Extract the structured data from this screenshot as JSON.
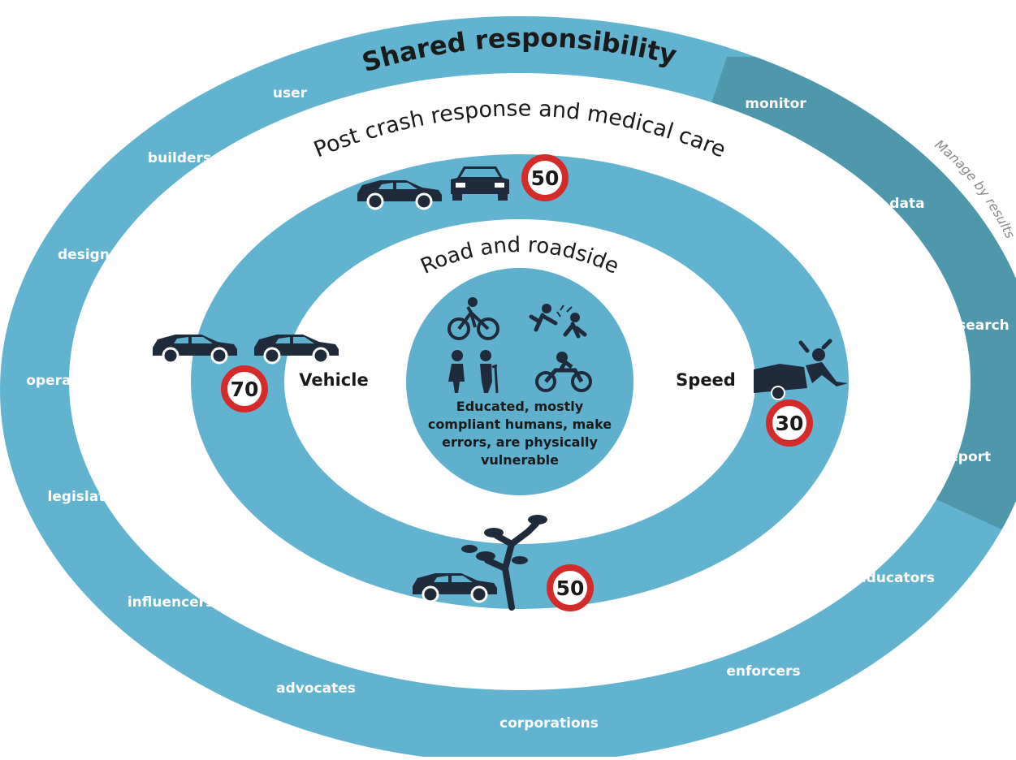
{
  "title": "Shared responsibility",
  "manage_label": "Manage by results",
  "ring_titles": {
    "post_crash": "Post crash response and medical care",
    "road": "Road and roadside"
  },
  "side_labels": {
    "vehicle": "Vehicle",
    "speed": "Speed"
  },
  "center_text": [
    "Educated, mostly",
    "compliant humans, make",
    "errors, are physically",
    "vulnerable"
  ],
  "stakeholders": [
    "user",
    "builders",
    "designers",
    "operators",
    "legislators",
    "influencers",
    "advocates",
    "corporations",
    "enforcers",
    "educators"
  ],
  "results": [
    "monitor",
    "data",
    "research",
    "report"
  ],
  "speed_signs": {
    "top": "50",
    "left": "70",
    "right": "30",
    "bottom": "50"
  },
  "colors": {
    "ring_blue": "#62b3cf",
    "results_band": "#4f97ab",
    "center_blue": "#5fb0cc",
    "sign_red": "#d42a2a",
    "icon_dark": "#1f2b3a"
  },
  "icons": {
    "cyclist": "bicycle-icon",
    "pedestrian_collision": "pedestrian-collision-icon",
    "elderly": "elderly-people-icon",
    "motorcycle": "motorcycle-icon",
    "cars": "car-icon",
    "tree": "tree-icon",
    "falling_person": "falling-person-icon"
  }
}
